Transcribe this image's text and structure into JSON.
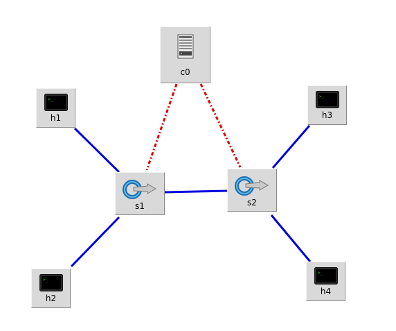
{
  "nodes": {
    "c0": {
      "label": "c0",
      "type": "controller",
      "icon": "server-icon"
    },
    "h1": {
      "label": "h1",
      "type": "host",
      "icon": "terminal-icon"
    },
    "h2": {
      "label": "h2",
      "type": "host",
      "icon": "terminal-icon"
    },
    "h3": {
      "label": "h3",
      "type": "host",
      "icon": "terminal-icon"
    },
    "h4": {
      "label": "h4",
      "type": "host",
      "icon": "terminal-icon"
    },
    "s1": {
      "label": "s1",
      "type": "switch",
      "icon": "switch-icon"
    },
    "s2": {
      "label": "s2",
      "type": "switch",
      "icon": "switch-icon"
    }
  },
  "links": [
    {
      "from": "h1",
      "to": "s1",
      "kind": "data"
    },
    {
      "from": "h2",
      "to": "s1",
      "kind": "data"
    },
    {
      "from": "s1",
      "to": "s2",
      "kind": "data"
    },
    {
      "from": "h3",
      "to": "s2",
      "kind": "data"
    },
    {
      "from": "h4",
      "to": "s2",
      "kind": "data"
    },
    {
      "from": "c0",
      "to": "s1",
      "kind": "control"
    },
    {
      "from": "c0",
      "to": "s2",
      "kind": "control"
    }
  ],
  "colors": {
    "data_link": "#0000dd",
    "control_link": "#dd0000",
    "node_background": "#d9d9d9",
    "switch_ring": "#1a6fb0",
    "switch_ring_light": "#5fb8e8",
    "terminal_screen": "#000000",
    "terminal_prompt": "#33cc33"
  }
}
